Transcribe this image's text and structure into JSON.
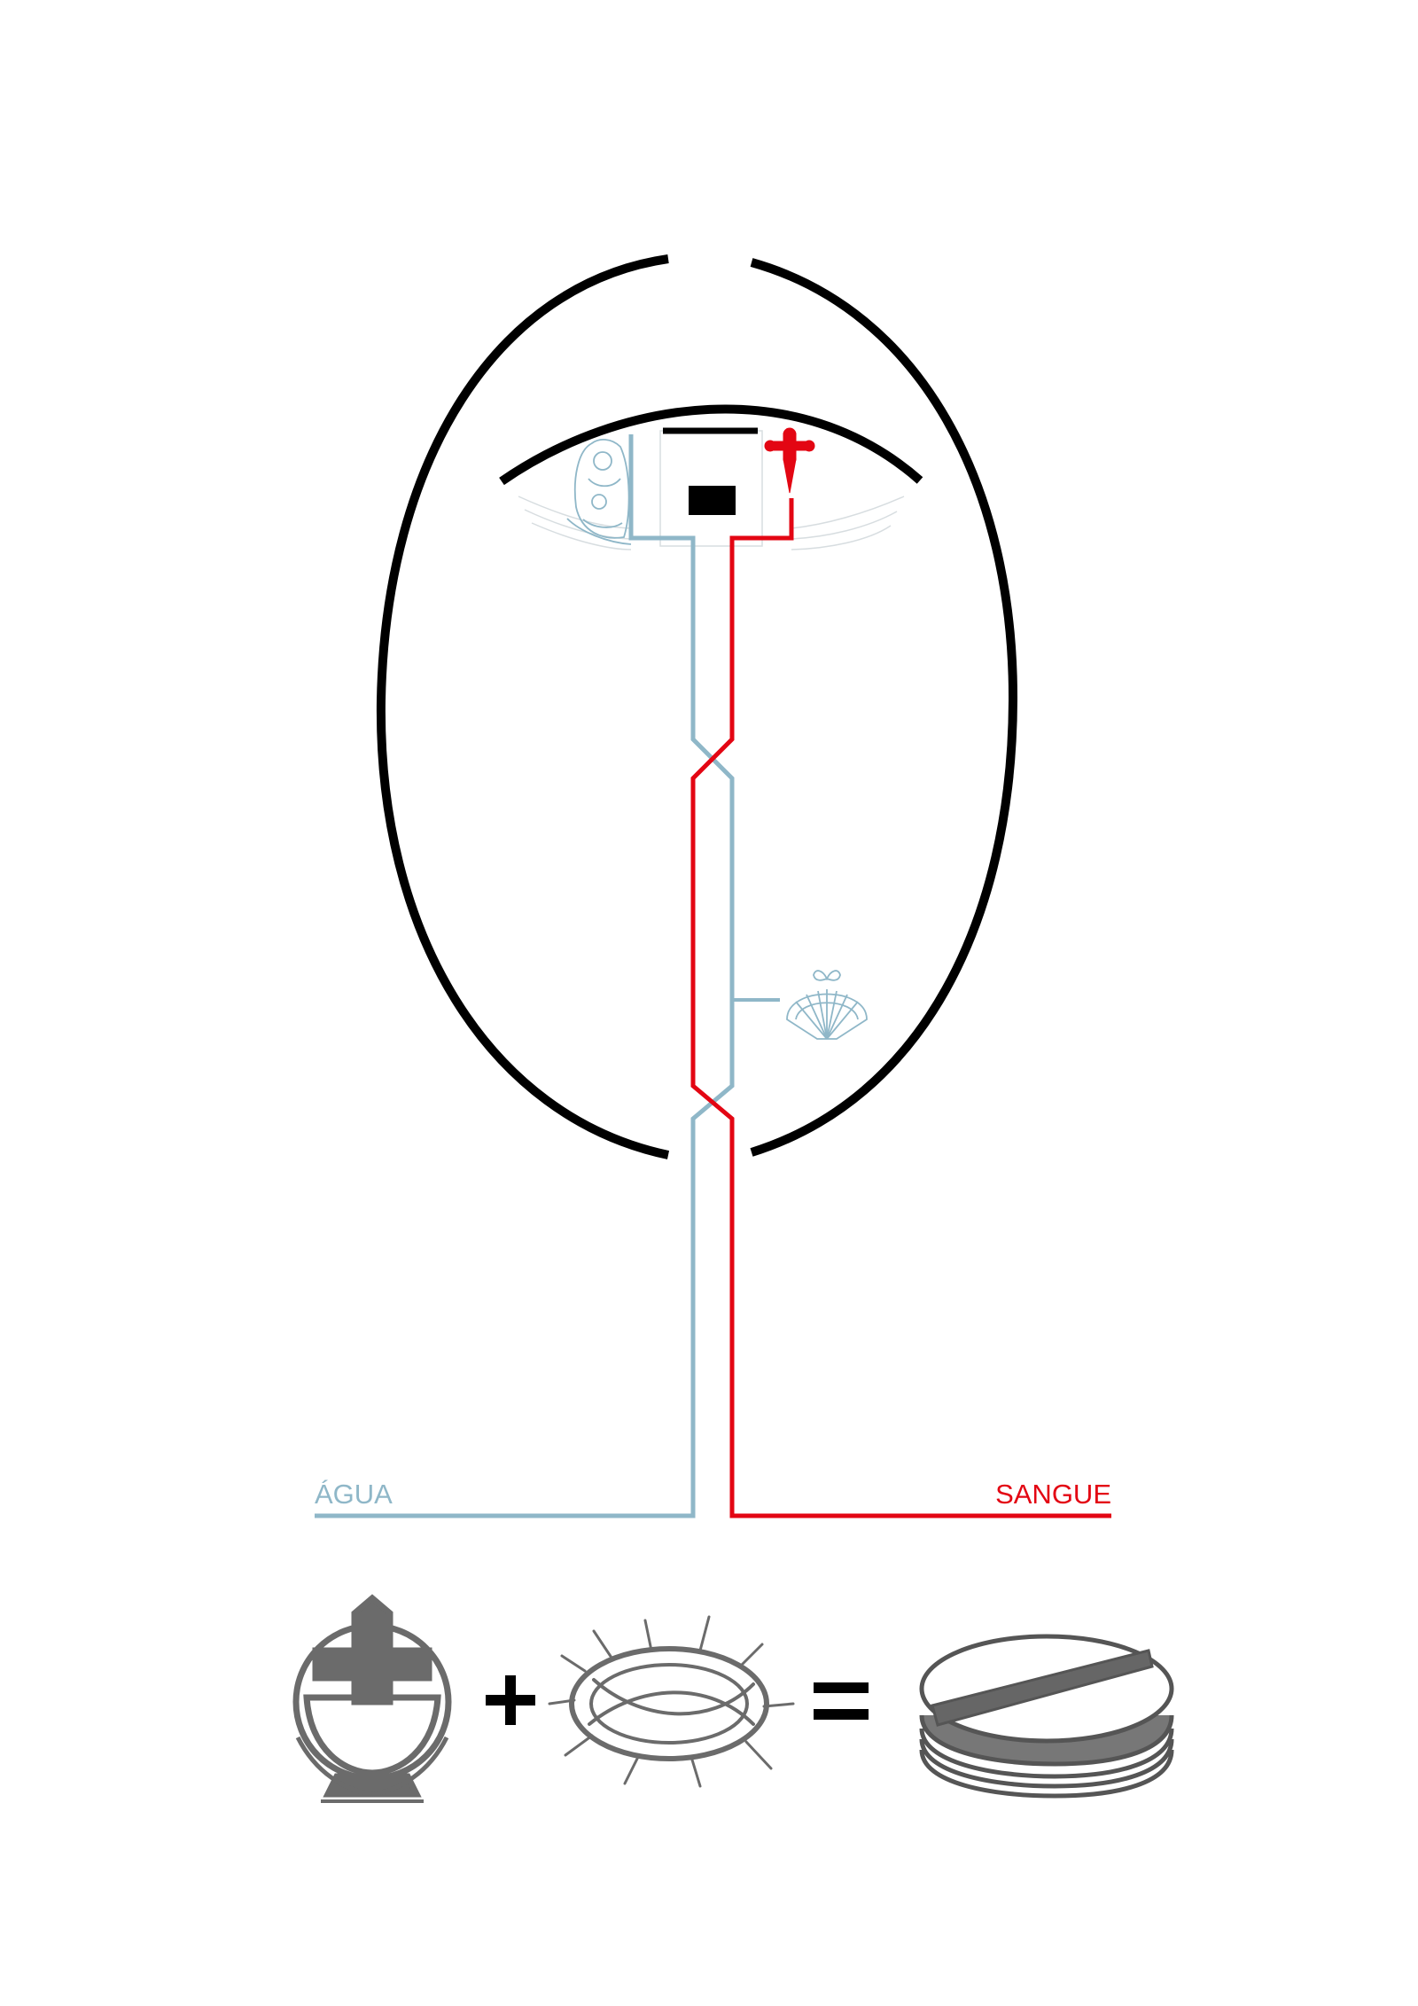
{
  "labels": {
    "water": "ÁGUA",
    "blood": "SANGUE"
  },
  "colors": {
    "water": "#8fb7c8",
    "blood": "#e30613",
    "outline": "#000000",
    "icon_gray": "#6b6b6b"
  },
  "icons": {
    "virgin": "virgin-mary-icon",
    "cross": "cross-of-saint-james-icon",
    "shell": "scallop-shell-icon",
    "chalice": "chalice-with-cross-icon",
    "crown": "crown-of-thorns-icon",
    "hosts": "communion-hosts-icon",
    "plus": "plus",
    "equals": "equals"
  }
}
